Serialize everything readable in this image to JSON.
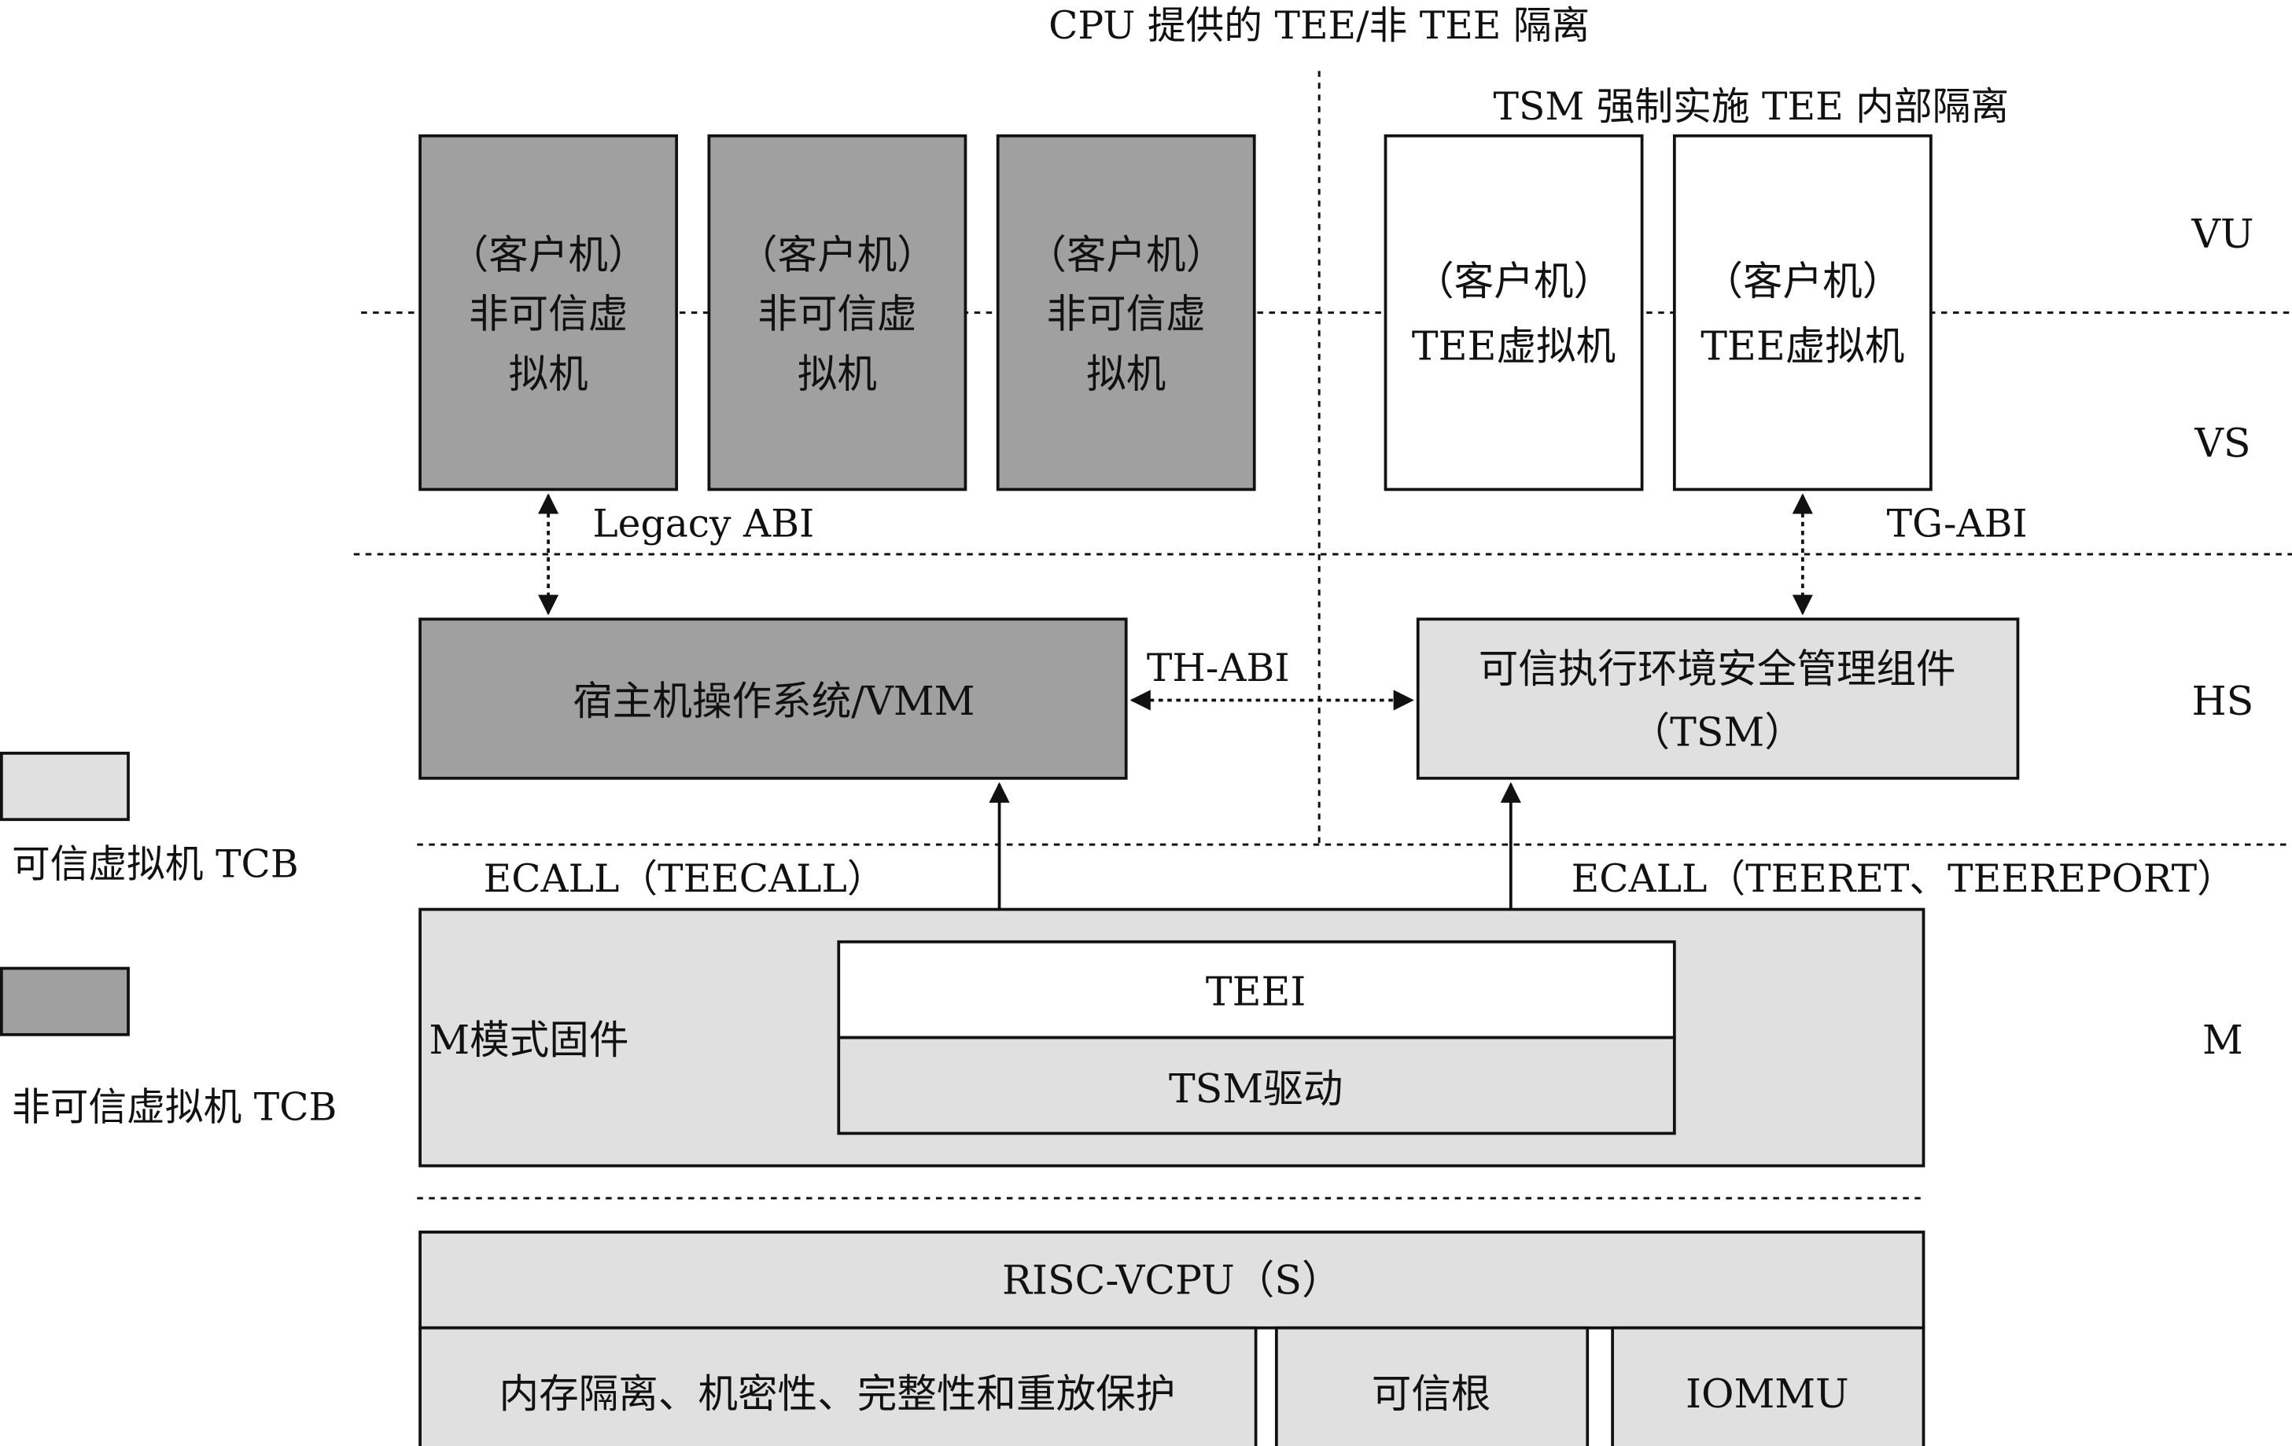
{
  "labels": {
    "top_caption": "CPU 提供的 TEE/非 TEE 隔离",
    "tsm_caption": "TSM 强制实施 TEE 内部隔离",
    "legacy_abi": "Legacy ABI",
    "tg_abi": "TG-ABI",
    "th_abi": "TH-ABI",
    "ecall_left": "ECALL（TEECALL）",
    "ecall_right": "ECALL（TEERET、TEEREPORT）"
  },
  "levels": {
    "vu": "VU",
    "vs": "VS",
    "hs": "HS",
    "m": "M"
  },
  "untrusted_vms": [
    {
      "lines": [
        "（客户机）",
        "非可信虚",
        "拟机"
      ]
    },
    {
      "lines": [
        "（客户机）",
        "非可信虚",
        "拟机"
      ]
    },
    {
      "lines": [
        "（客户机）",
        "非可信虚",
        "拟机"
      ]
    }
  ],
  "tee_vms": [
    {
      "lines": [
        "（客户机）",
        "TEE虚拟机"
      ]
    },
    {
      "lines": [
        "（客户机）",
        "TEE虚拟机"
      ]
    }
  ],
  "host_os": "宿主机操作系统/VMM",
  "tsm": {
    "line1": "可信执行环境安全管理组件",
    "line2": "（TSM）"
  },
  "firmware": {
    "label": "M模式固件",
    "teei": "TEEI",
    "tsm_driver": "TSM驱动"
  },
  "cpu": {
    "title": "RISC-VCPU（S）",
    "memory": "内存隔离、机密性、完整性和重放保护",
    "root_of_trust": "可信根",
    "iommu": "IOMMU"
  },
  "legend": {
    "trusted": "可信虚拟机 TCB",
    "untrusted": "非可信虚拟机 TCB"
  },
  "colors": {
    "untrusted_fill": "#a0a0a0",
    "trusted_fill": "#e0e0e0",
    "white": "#ffffff",
    "line": "#111111"
  }
}
